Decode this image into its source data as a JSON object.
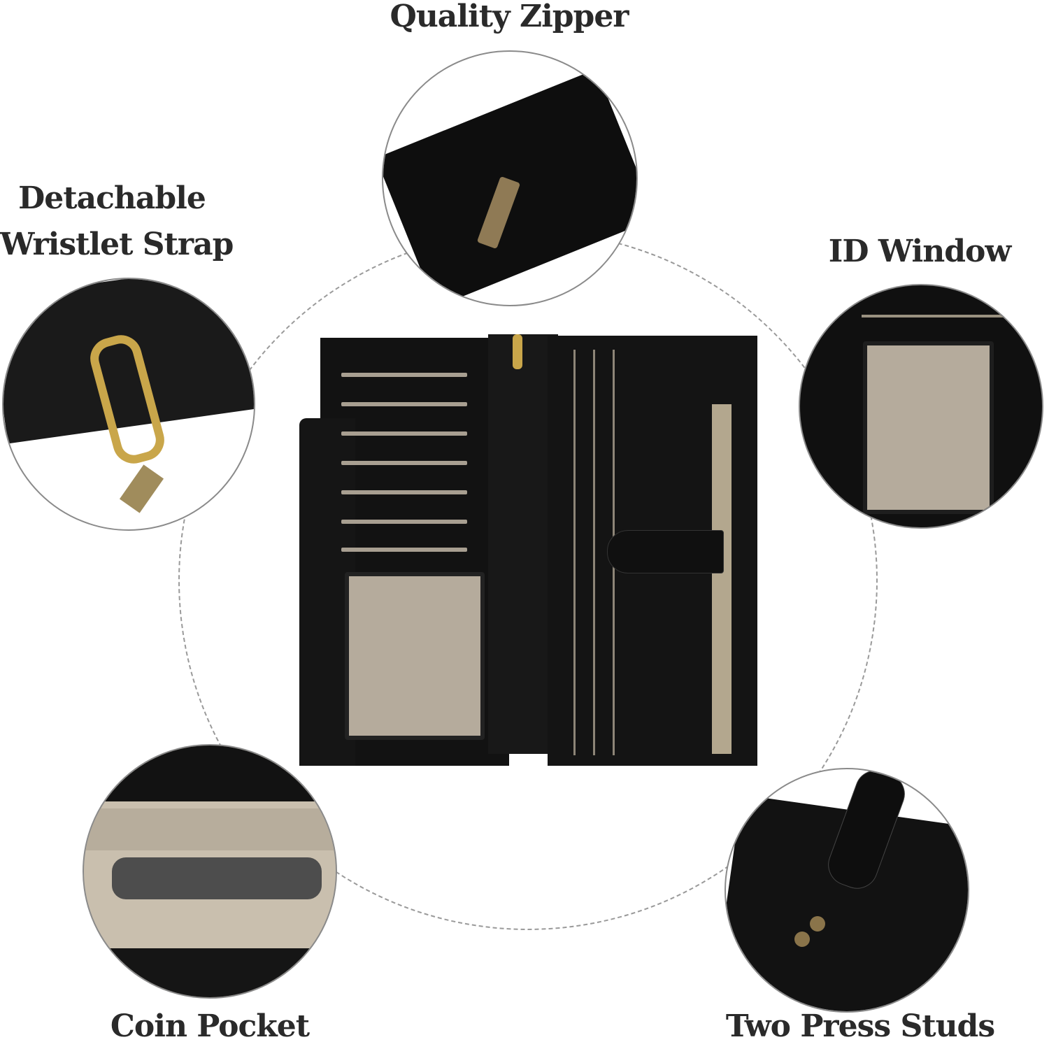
{
  "labels": {
    "zipper": "Quality Zipper",
    "strap_line1": "Detachable",
    "strap_line2": "Wristlet Strap",
    "id_window": "ID Window",
    "coin_pocket": "Coin Pocket",
    "press_studs": "Two Press Studs"
  },
  "colors": {
    "leather": "#111111",
    "lining": "#b5ab9c",
    "cord": "#c9a64a",
    "text": "#2a2a2a"
  }
}
